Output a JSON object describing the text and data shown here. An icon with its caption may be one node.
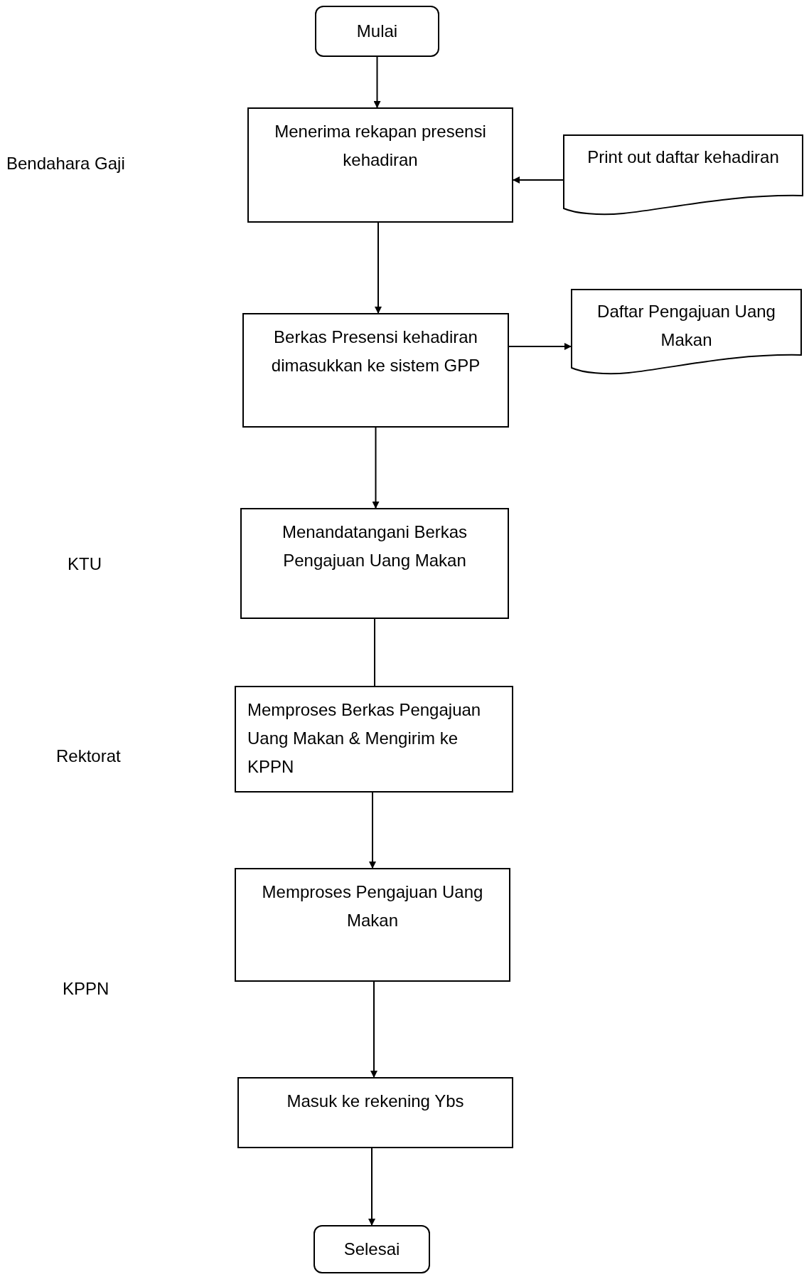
{
  "diagram": {
    "nodes": [
      {
        "text": [
          "Mulai"
        ]
      },
      {
        "text": [
          "Menerima rekapan presensi kehadiran"
        ]
      },
      {
        "text": [
          "Print out daftar kehadiran"
        ]
      },
      {
        "text": [
          "Berkas Presensi kehadiran dimasukkan ke sistem GPP"
        ]
      },
      {
        "text": [
          "Daftar Pengajuan Uang Makan"
        ]
      },
      {
        "text": [
          "Menandatangani Berkas Pengajuan Uang Makan"
        ]
      },
      {
        "text": [
          "Memproses Berkas Pengajuan Uang Makan & Mengirim ke KPPN"
        ]
      },
      {
        "text": [
          "Memproses Pengajuan Uang Makan"
        ]
      },
      {
        "text": [
          "Masuk ke rekening Ybs"
        ]
      },
      {
        "text": [
          "Selesai"
        ]
      }
    ],
    "edges": [
      {
        "from": 0,
        "to": 1,
        "arrow": "to"
      },
      {
        "from": 2,
        "to": 1,
        "arrow": "to"
      },
      {
        "from": 1,
        "to": 3,
        "arrow": "to"
      },
      {
        "from": 3,
        "to": 4,
        "arrow": "to"
      },
      {
        "from": 3,
        "to": 5,
        "arrow": "to"
      },
      {
        "from": 5,
        "to": 6,
        "arrow": "none"
      },
      {
        "from": 6,
        "to": 7,
        "arrow": "to"
      },
      {
        "from": 7,
        "to": 8,
        "arrow": "to"
      },
      {
        "from": 8,
        "to": 9,
        "arrow": "to"
      }
    ],
    "labels": [
      "Bendahara Gaji",
      "KTU",
      "Rektorat",
      "KPPN"
    ]
  }
}
